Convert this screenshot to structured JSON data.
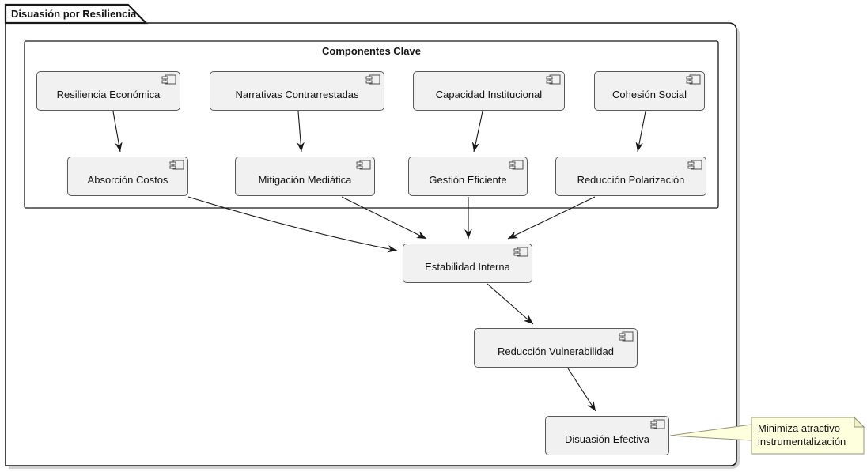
{
  "diagram": {
    "kind": "uml-component-diagram",
    "frame_title": "Disuasión por Resiliencia",
    "group_title": "Componentes Clave",
    "nodes": {
      "resiliencia_economica": {
        "label": "Resiliencia Económica"
      },
      "narrativas_contrarrestadas": {
        "label": "Narrativas Contrarrestadas"
      },
      "capacidad_institucional": {
        "label": "Capacidad Institucional"
      },
      "cohesion_social": {
        "label": "Cohesión Social"
      },
      "absorcion_costos": {
        "label": "Absorción Costos"
      },
      "mitigacion_mediatica": {
        "label": "Mitigación Mediática"
      },
      "gestion_eficiente": {
        "label": "Gestión Eficiente"
      },
      "reduccion_polarizacion": {
        "label": "Reducción Polarización"
      },
      "estabilidad_interna": {
        "label": "Estabilidad Interna"
      },
      "reduccion_vulnerabilidad": {
        "label": "Reducción Vulnerabilidad"
      },
      "disuasion_efectiva": {
        "label": "Disuasión Efectiva"
      }
    },
    "edges": [
      {
        "from": "Resiliencia Económica",
        "to": "Absorción Costos"
      },
      {
        "from": "Narrativas Contrarrestadas",
        "to": "Mitigación Mediática"
      },
      {
        "from": "Capacidad Institucional",
        "to": "Gestión Eficiente"
      },
      {
        "from": "Cohesión Social",
        "to": "Reducción Polarización"
      },
      {
        "from": "Absorción Costos",
        "to": "Estabilidad Interna"
      },
      {
        "from": "Mitigación Mediática",
        "to": "Estabilidad Interna"
      },
      {
        "from": "Gestión Eficiente",
        "to": "Estabilidad Interna"
      },
      {
        "from": "Reducción Polarización",
        "to": "Estabilidad Interna"
      },
      {
        "from": "Estabilidad Interna",
        "to": "Reducción Vulnerabilidad"
      },
      {
        "from": "Reducción Vulnerabilidad",
        "to": "Disuasión Efectiva"
      }
    ],
    "note": {
      "line1": "Minimiza atractivo",
      "line2": "instrumentalización",
      "attached_to": "Disuasión Efectiva"
    },
    "colors": {
      "background": "#ffffff",
      "node_fill": "#f1f1f1",
      "node_border": "#5a5a5a",
      "frame_border": "#181818",
      "arrow": "#181818",
      "note_fill": "#feffdd",
      "note_border": "#94947a"
    }
  }
}
